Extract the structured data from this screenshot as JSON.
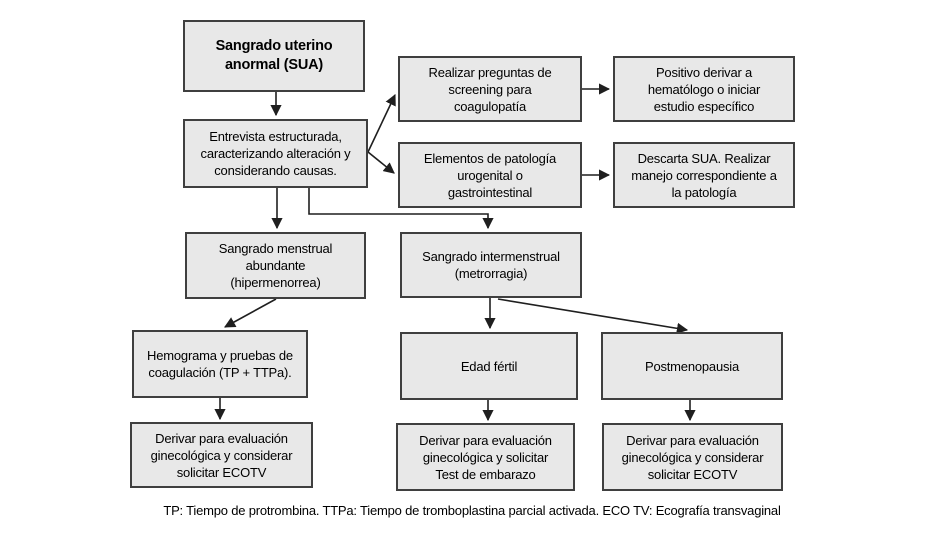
{
  "colors": {
    "node_fill": "#e8e8e8",
    "node_border": "#3f3f3f",
    "arrow": "#1f1f1f",
    "text": "#000000"
  },
  "nodes": {
    "sua": {
      "text": "Sangrado uterino\nanormal (SUA)"
    },
    "entrevista": {
      "text": "Entrevista estructurada,\ncaracterizando alteración y\nconsiderando causas."
    },
    "screening": {
      "text": "Realizar preguntas de\nscreening para\ncoagulopatía"
    },
    "positivo": {
      "text": "Positivo derivar a\nhematólogo o iniciar\nestudio específico"
    },
    "patologia": {
      "text": "Elementos de patología\nurogenital o\ngastrointestinal"
    },
    "descarta": {
      "text": "Descarta SUA. Realizar\nmanejo correspondiente a\nla patología"
    },
    "hipermenorrea": {
      "text": "Sangrado menstrual\nabundante\n(hipermenorrea)"
    },
    "metrorragia": {
      "text": "Sangrado intermenstrual\n(metrorragia)"
    },
    "hemograma": {
      "text": "Hemograma y pruebas de\ncoagulación (TP + TTPa)."
    },
    "edad_fertil": {
      "text": "Edad fértil"
    },
    "postmenopausia": {
      "text": "Postmenopausia"
    },
    "derivar_ecotv_izq": {
      "text": "Derivar para evaluación\nginecológica y considerar\nsolicitar ECOTV"
    },
    "derivar_embarazo": {
      "text": "Derivar para evaluación\nginecológica y solicitar\nTest de embarazo"
    },
    "derivar_ecotv_der": {
      "text": "Derivar para evaluación\nginecológica y considerar\nsolicitar ECOTV"
    }
  },
  "footnote": "TP: Tiempo de protrombina. TTPa: Tiempo de tromboplastina parcial activada. ECO TV: Ecografía transvaginal"
}
